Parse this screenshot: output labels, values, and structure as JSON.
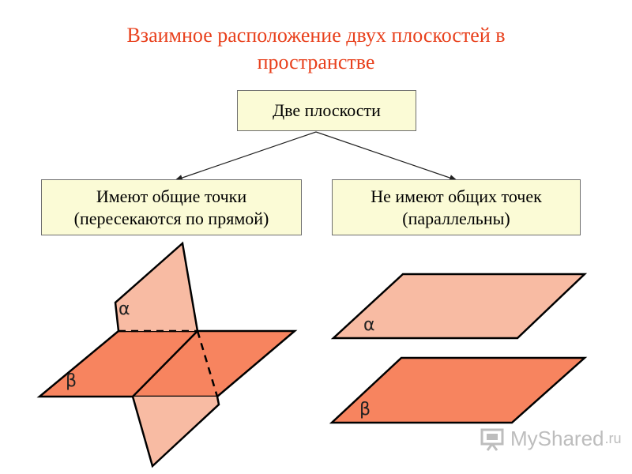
{
  "title": {
    "line1": "Взаимное расположение двух плоскостей в",
    "line2": "пространстве"
  },
  "root": {
    "label": "Две плоскости"
  },
  "branches": [
    {
      "line1": "Имеют общие точки",
      "line2": "(пересекаются по прямой)"
    },
    {
      "line1": "Не имеют общих точек",
      "line2": "(параллельны)"
    }
  ],
  "intersecting_planes": {
    "alpha": "α",
    "beta": "β"
  },
  "parallel_planes": {
    "alpha": "α",
    "beta": "β"
  },
  "watermark": {
    "name": "MyShared",
    "domain": ".ru"
  },
  "colors": {
    "title": "#e8401c",
    "box_fill": "#fbfbd6",
    "plane_light": "#f8bba3",
    "plane_dark": "#f7845f",
    "outline": "#000000"
  }
}
